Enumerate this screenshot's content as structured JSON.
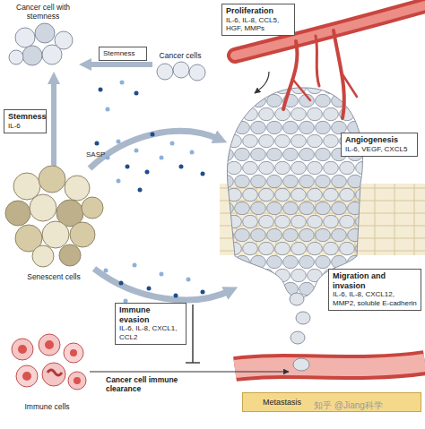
{
  "diagram": {
    "nodes": [
      {
        "text": [
          "Cancer cell with stemness"
        ]
      },
      {
        "text": [
          "Stemness"
        ]
      },
      {
        "text": [
          "Cancer cells"
        ]
      },
      {
        "text": [
          "Proliferation",
          "IL-6, IL-8, CCL5, HGF, MMPs"
        ]
      },
      {
        "text": [
          "Stemness",
          "IL-6"
        ]
      },
      {
        "text": [
          "Angiogenesis",
          "IL-6, VEGF, CXCL5"
        ]
      },
      {
        "text": [
          "Senescent cells"
        ]
      },
      {
        "text": [
          "Migration and invasion",
          "IL-6, IL-8, CXCL12, MMP2, soluble E-cadherin"
        ]
      },
      {
        "text": [
          "Immune evasion",
          "IL-6, IL-8, CXCL1, CCL2"
        ]
      },
      {
        "text": [
          "Immune cells"
        ]
      },
      {
        "text": [
          "Metastasis"
        ]
      }
    ],
    "edges": [
      {
        "from": 2,
        "to": 0,
        "arrow": "to"
      },
      {
        "from": 6,
        "to": 0,
        "arrow": "to"
      }
    ],
    "labels": [
      "SASP",
      "Cancer cell immune clearance",
      "知乎 @Jiang科学"
    ]
  }
}
